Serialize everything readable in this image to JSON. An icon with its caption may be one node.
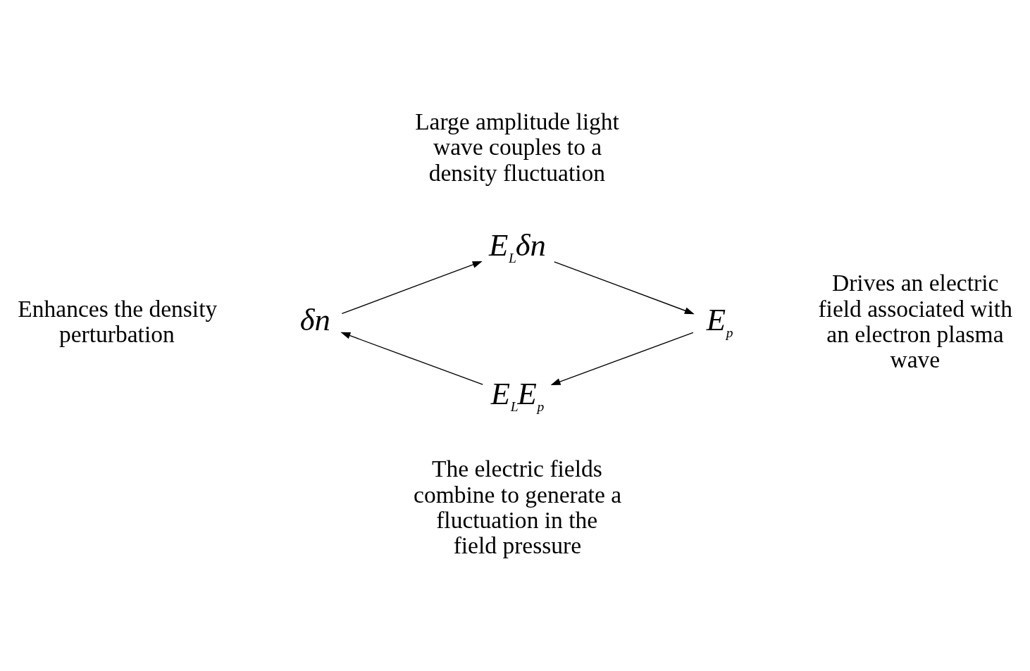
{
  "diagram": {
    "nodes": [
      {
        "text": [
          "δn"
        ],
        "beside": [
          "Enhances the density perturbation"
        ]
      },
      {
        "text": [
          "E$_{L}$δn"
        ],
        "beside": [
          "Large amplitude light wave couples to a density fluctuation"
        ]
      },
      {
        "text": [
          "E$_{p}$"
        ],
        "beside": [
          "Drives an electric field associated with an electron plasma wave"
        ]
      },
      {
        "text": [
          "E$_{L}$E$_{p}$"
        ],
        "beside": [
          "The electric fields combine to generate a fluctuation in the field pressure"
        ]
      }
    ],
    "edges": [
      {
        "from": 0,
        "to": 1,
        "arrow": "to"
      },
      {
        "from": 1,
        "to": 2,
        "arrow": "to"
      },
      {
        "from": 2,
        "to": 3,
        "arrow": "to"
      },
      {
        "from": 3,
        "to": 0,
        "arrow": "to"
      }
    ]
  }
}
